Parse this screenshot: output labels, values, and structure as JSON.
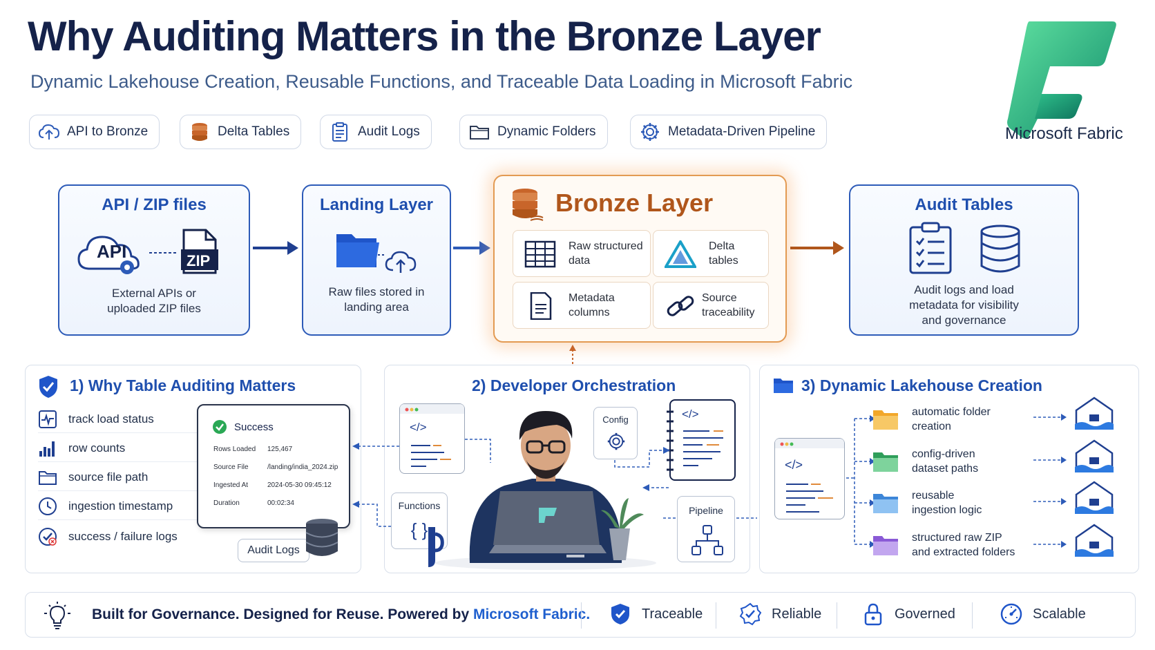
{
  "header": {
    "title": "Why Auditing Matters in the Bronze Layer",
    "subtitle": "Dynamic Lakehouse Creation, Reusable Functions, and Traceable Data Loading in Microsoft Fabric",
    "logo_text": "Microsoft Fabric"
  },
  "pills": [
    {
      "label": "API to Bronze",
      "icon": "cloud-upload-icon"
    },
    {
      "label": "Delta Tables",
      "icon": "database-stack-icon"
    },
    {
      "label": "Audit Logs",
      "icon": "clipboard-icon"
    },
    {
      "label": "Dynamic Folders",
      "icon": "folder-icon"
    },
    {
      "label": "Metadata-Driven Pipeline",
      "icon": "gear-icon"
    }
  ],
  "flow": {
    "source": {
      "title": "API / ZIP files",
      "api_label": "API",
      "zip_label": "ZIP",
      "desc_line1": "External APIs or",
      "desc_line2": "uploaded ZIP files"
    },
    "landing": {
      "title": "Landing Layer",
      "desc_line1": "Raw files stored in",
      "desc_line2": "landing area"
    },
    "bronze": {
      "title": "Bronze Layer",
      "cells": [
        {
          "line1": "Raw structured",
          "line2": "data"
        },
        {
          "line1": "Delta",
          "line2": "tables"
        },
        {
          "line1": "Metadata",
          "line2": "columns"
        },
        {
          "line1": "Source",
          "line2": "traceability"
        }
      ]
    },
    "audit": {
      "title": "Audit Tables",
      "desc_line1": "Audit logs and load",
      "desc_line2": "metadata for visibility",
      "desc_line3": "and governance"
    }
  },
  "panel1": {
    "title": "1) Why Table Auditing Matters",
    "items": [
      "track load status",
      "row counts",
      "source file path",
      "ingestion timestamp",
      "success / failure logs"
    ],
    "card": {
      "status": "Success",
      "rows": [
        {
          "label": "Rows Loaded",
          "value": "125,467"
        },
        {
          "label": "Source File",
          "value": "/landing/india_2024.zip"
        },
        {
          "label": "Ingested At",
          "value": "2024-05-30 09:45:12"
        },
        {
          "label": "Duration",
          "value": "00:02:34"
        }
      ]
    },
    "audit_logs_label": "Audit Logs"
  },
  "panel2": {
    "title": "2) Developer Orchestration",
    "config_label": "Config",
    "functions_label": "Functions",
    "pipeline_label": "Pipeline",
    "code_glyph": "</>",
    "braces_glyph": "{ }"
  },
  "panel3": {
    "title": "3) Dynamic Lakehouse Creation",
    "items": [
      {
        "line1": "automatic folder",
        "line2": "creation",
        "color": "#f5b53d"
      },
      {
        "line1": "config-driven",
        "line2": "dataset paths",
        "color": "#3fb86b"
      },
      {
        "line1": "reusable",
        "line2": "ingestion logic",
        "color": "#4d9be8"
      },
      {
        "line1": "structured raw ZIP",
        "line2": "and extracted folders",
        "color": "#9b6ee0"
      }
    ]
  },
  "footer": {
    "text_prefix": "Built for Governance. Designed for Reuse. Powered by ",
    "text_brand": "Microsoft Fabric.",
    "items": [
      "Traceable",
      "Reliable",
      "Governed",
      "Scalable"
    ]
  },
  "colors": {
    "primary": "#1f4fae",
    "bronze": "#b0561b",
    "accent": "#1f5fce"
  }
}
